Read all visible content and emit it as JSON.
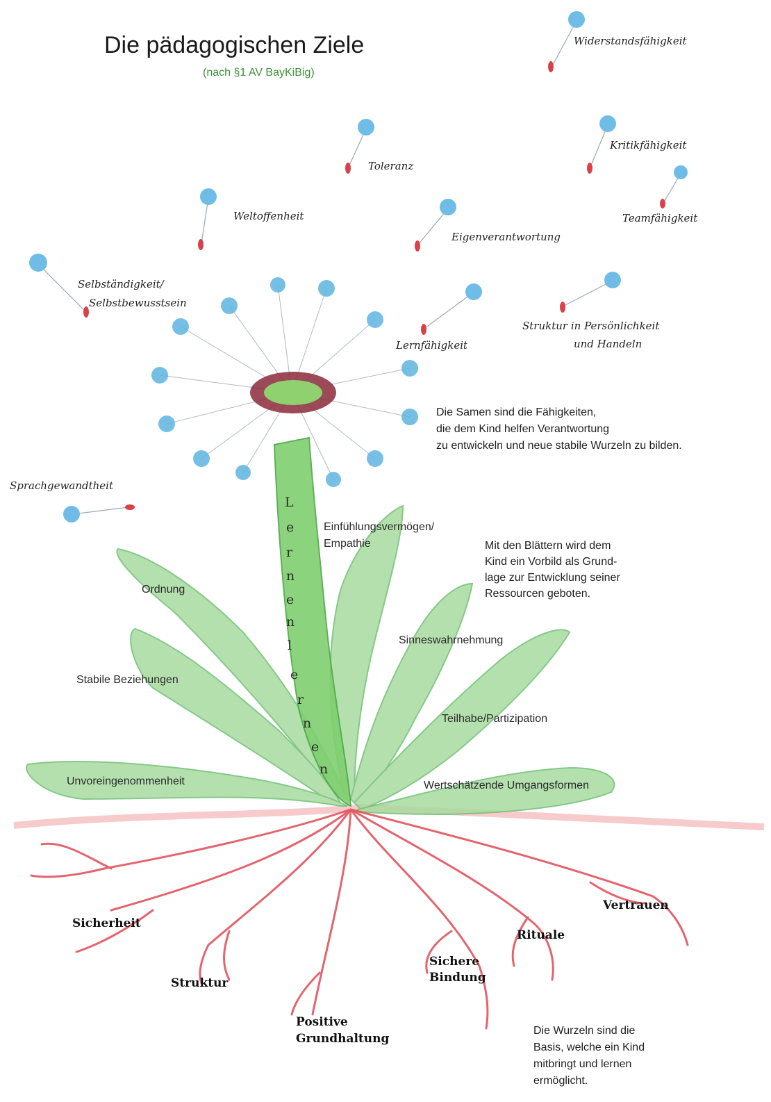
{
  "title": "Die pädagogischen Ziele",
  "subtitle": "(nach §1 AV BayKiBig)",
  "seeds": {
    "widerstand": "Widerstandsfähigkeit",
    "toleranz": "Toleranz",
    "kritik": "Kritikfähigkeit",
    "weltoffenheit": "Weltoffenheit",
    "teamfaehigkeit": "Teamfähigkeit",
    "eigenverantwortung": "Eigenverantwortung",
    "selbst_line1": "Selbständigkeit/",
    "selbst_line2": "Selbstbewusstsein",
    "lernfaehigkeit": "Lernfähigkeit",
    "struktur_line1": "Struktur in Persönlichkeit",
    "struktur_line2": "und Handeln",
    "sprache": "Sprachgewandtheit"
  },
  "notes": {
    "seeds_text": [
      "Die Samen sind die Fähigkeiten,",
      "die dem Kind helfen Verantwortung",
      "zu entwickeln und neue stabile Wurzeln zu bilden."
    ],
    "leaves_text": [
      "Mit den Blättern wird dem",
      "Kind ein Vorbild als Grund-",
      "lage zur Entwicklung seiner",
      "Ressourcen geboten."
    ],
    "roots_text": [
      "Die Wurzeln sind die",
      "Basis, welche ein Kind",
      "mitbringt und lernen",
      "ermöglicht."
    ]
  },
  "stem_word": [
    "L",
    "e",
    "r",
    "n",
    "e",
    "n",
    "l",
    "e",
    "r",
    "n",
    "e",
    "n"
  ],
  "leaves": {
    "empathie_line1": "Einfühlungsvermögen/",
    "empathie_line2": "Empathie",
    "ordnung": "Ordnung",
    "sinne": "Sinneswahrnehmung",
    "beziehungen": "Stabile Beziehungen",
    "teilhabe": "Teilhabe/Partizipation",
    "unvoreingenommenheit": "Unvoreingenommenheit",
    "umgangsformen": "Wertschätzende Umgangsformen"
  },
  "roots": {
    "vertrauen": "Vertrauen",
    "sicherheit": "Sicherheit",
    "rituale": "Rituale",
    "sichere_line1": "Sichere",
    "sichere_line2": "Bindung",
    "struktur": "Struktur",
    "positiv_line1": "Positive",
    "positiv_line2": "Grundhaltung"
  },
  "colors": {
    "leaf_green": "#8fcf8a",
    "stem_green": "#5cb85c",
    "root_red": "#e0404a",
    "seed_blue": "#4aa3d6",
    "seed_red": "#d9414a"
  }
}
